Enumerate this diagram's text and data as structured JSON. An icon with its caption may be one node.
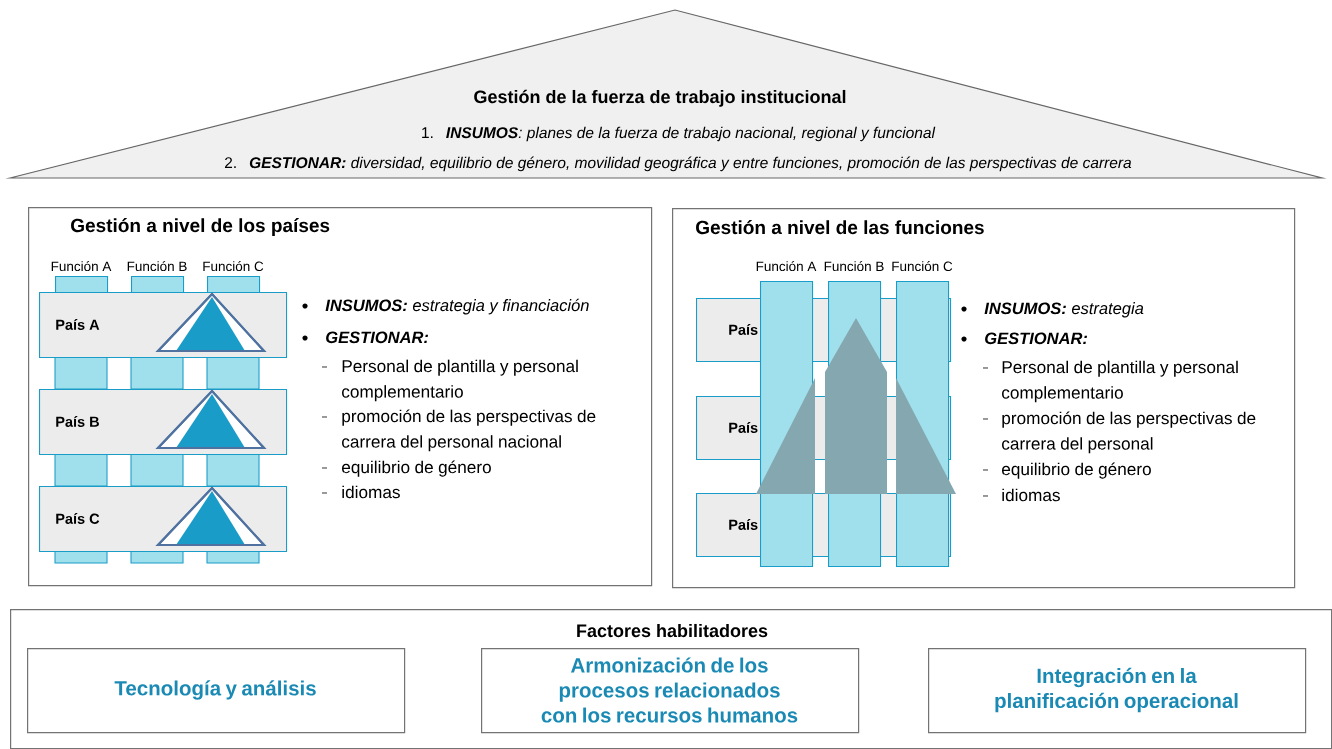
{
  "diagram": {
    "nodes": [
      {
        "text": [
          "Gestión de la fuerza de trabajo institucional",
          "1.",
          "**INSUMOS**: planes de la fuerza de trabajo nacional, regional y funcional",
          "2.",
          "**GESTIONAR:** diversidad, equilibrio de género, movilidad geográfica y entre funciones, promoción de las perspectivas de carrera"
        ]
      },
      {
        "text": [
          "Gestión a nivel de los países",
          "**INSUMOS:** estrategia y financiación",
          "GESTIONAR:",
          "Personal de plantilla y personal complementario",
          "promoción de las perspectivas de carrera del personal nacional",
          "equilibrio de género",
          "idiomas"
        ]
      },
      {
        "text": [
          "Función A"
        ],
        "in": 1
      },
      {
        "text": [
          "Función B"
        ],
        "in": 1
      },
      {
        "text": [
          "Función C"
        ],
        "in": 1
      },
      {
        "text": [
          "País A"
        ],
        "in": 1
      },
      {
        "text": [
          "País B"
        ],
        "in": 1
      },
      {
        "text": [
          "País C"
        ],
        "in": 1
      },
      {
        "text": [
          "Gestión a nivel de las funciones",
          "**INSUMOS:** estrategia",
          "GESTIONAR:",
          "Personal de plantilla y personal complementario",
          "promoción de las perspectivas de carrera del personal",
          "equilibrio de género",
          "idiomas"
        ]
      },
      {
        "text": [
          "Función A"
        ],
        "in": 8
      },
      {
        "text": [
          "Función B"
        ],
        "in": 8
      },
      {
        "text": [
          "Función C"
        ],
        "in": 8
      },
      {
        "text": [
          "País"
        ],
        "in": 8
      },
      {
        "text": [
          "País"
        ],
        "in": 8
      },
      {
        "text": [
          "País"
        ],
        "in": 8
      },
      {
        "text": [
          "Factores habilitadores"
        ]
      },
      {
        "text": [
          "Tecnología y análisis"
        ],
        "in": 15
      },
      {
        "text": [
          "Armonización de los procesos relacionados con los recursos humanos"
        ],
        "in": 15
      },
      {
        "text": [
          "Integración en la planificación operacional"
        ],
        "in": 15
      }
    ]
  }
}
